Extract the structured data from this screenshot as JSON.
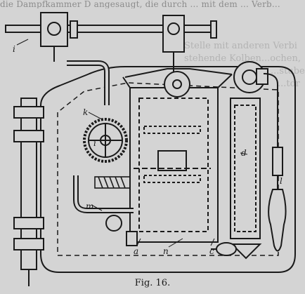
{
  "page": {
    "top_text": "die Dampfkammer D angesaugt, die durch ... mit dem ... Verb...",
    "ghost_lines": [
      "Stelle mit anderen Verbi",
      "stehende Kolben...ochen,",
      "...stube",
      "...tor"
    ],
    "caption": "Fig. 16."
  },
  "figure": {
    "labels": {
      "i_top": "i",
      "k": "k",
      "i_mid": "i",
      "d": "d",
      "m": "m",
      "l": "l",
      "a": "a",
      "n": "n",
      "c": "c"
    }
  }
}
